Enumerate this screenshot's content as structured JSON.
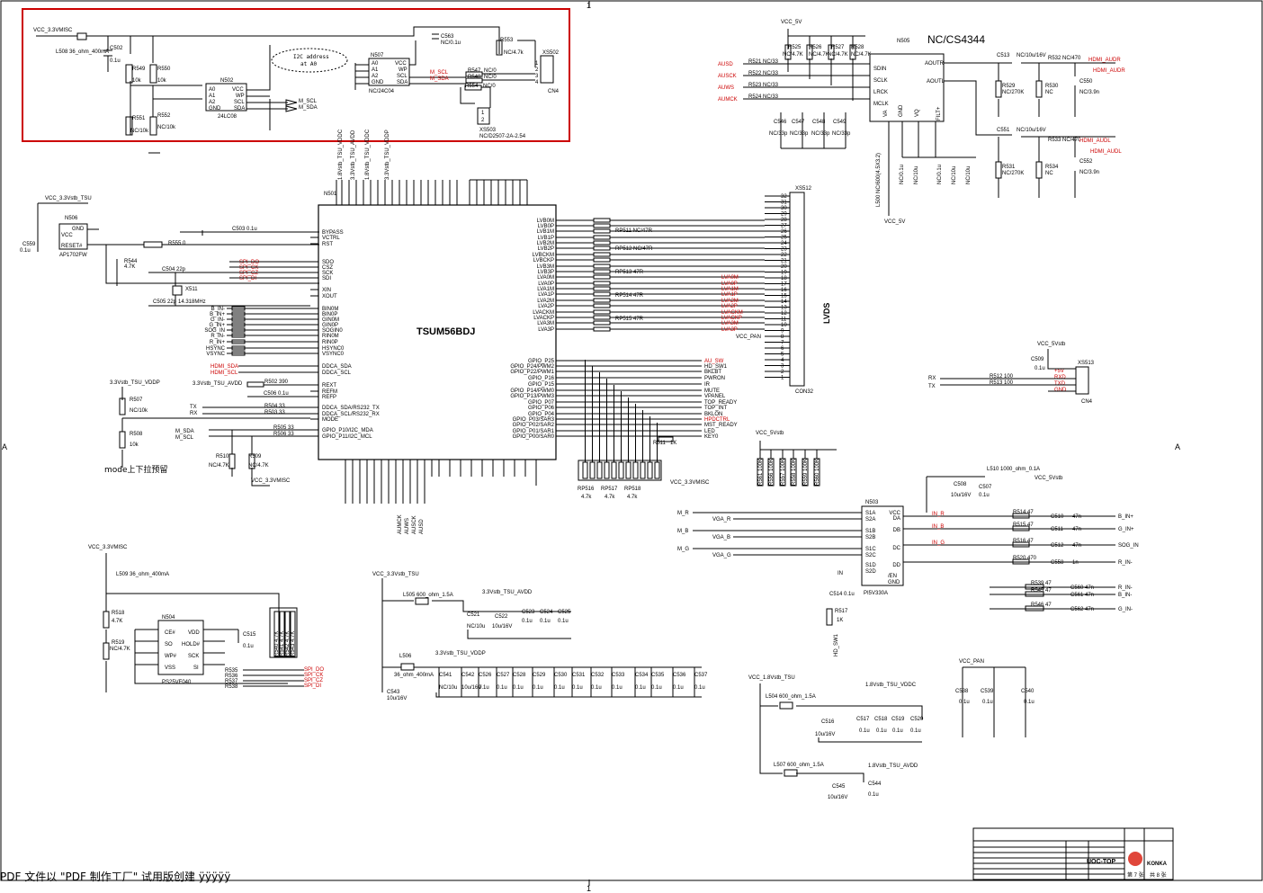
{
  "zone_marks": {
    "top": "1",
    "bottom": "1",
    "left": "A",
    "right": "A"
  },
  "chips": {
    "main": {
      "ref": "N501",
      "part": "TSUM56BDJ"
    },
    "audio": {
      "ref": "N505",
      "part": "NC/CS4344"
    },
    "eeprom": {
      "ref": "N502",
      "part": "24LC08"
    },
    "eeprom2": {
      "ref": "N507",
      "part": "NC/24C04"
    },
    "reset": {
      "ref": "N506",
      "part": "AP1702FW"
    },
    "flash": {
      "ref": "N504",
      "part": "PS25VF040"
    },
    "switch": {
      "ref": "N503",
      "part": "PI5V330A"
    }
  },
  "connectors": {
    "lvds": {
      "ref": "XS512",
      "part": "CON32",
      "label": "LVDS"
    },
    "cn4_top": {
      "ref": "XS502",
      "part": "CN4"
    },
    "cn4_right": {
      "ref": "XS513",
      "part": "CN4"
    },
    "header": {
      "ref": "XS503",
      "part": "NC/D2507-2A-2.54"
    }
  },
  "annotations": {
    "i2c_note_line1": "I2C address",
    "i2c_note_line2": "at A0",
    "mode_note": "mode上下拉预留"
  },
  "nets": {
    "vcc_33_misc": "VCC_3.3VMISC",
    "vcc_33_tsu": "VCC_3.3Vstb_TSU",
    "vcc_5v": "VCC_5V",
    "vcc_5vstb": "VCC_5Vstb",
    "vcc_pan": "VCC_PAN",
    "vcc_18_tsu": "VCC_1.8Vstb_TSU",
    "avdd_33": "3.3Vstb_TSU_AVDD",
    "vddp_33": "3.3Vstb_TSU_VDDP",
    "vddc_18": "1.8Vstb_TSU_VDDC",
    "avdd_18": "1.8Vstb_TSU_AVDD"
  },
  "main_left_pins": [
    "BYPASS",
    "VCTRL",
    "RST",
    "SDO",
    "CSZ",
    "SCK",
    "SDI",
    "XIN",
    "XOUT",
    "BIN0M",
    "BIN0P",
    "GIN0M",
    "GIN0P",
    "SOGIN0",
    "RIN0M",
    "RIN0P",
    "HSYNC0",
    "VSYNC0",
    "DDCA_SDA",
    "DDCA_SCL",
    "REXT",
    "REFM",
    "REFP",
    "DDCA_SDA/RS232_TX",
    "DDCA_SCL/RS232_RX",
    "MODE",
    "GPIO_P10/I2C_MDA",
    "GPIO_P11/I2C_MCL"
  ],
  "main_right_pins": [
    "LVB0M",
    "LVB0P",
    "LVB1M",
    "LVB1P",
    "LVB2M",
    "LVB2P",
    "LVBCKM",
    "LVBCKP",
    "LVB3M",
    "LVB3P",
    "LVA0M",
    "LVA0P",
    "LVA1M",
    "LVA1P",
    "LVA2M",
    "LVA2P",
    "LVACKM",
    "LVACKP",
    "LVA3M",
    "LVA3P",
    "GPIO_P25",
    "GPIO_P24/PWM2",
    "GPIO_P22/PWM1",
    "GPIO_P16",
    "GPIO_P15",
    "GPIO_P14/PWM0",
    "GPIO_P13/PWM3",
    "GPIO_P07",
    "GPIO_P06",
    "GPIO_P04",
    "GPIO_P03/SAR3",
    "GPIO_P02/SAR2",
    "GPIO_P01/SAR1",
    "GPIO_P00/SAR0"
  ],
  "lvds_nets": [
    "LVA0M",
    "LVA0P",
    "LVA1M",
    "LVA1P",
    "LVA2M",
    "LVA2P",
    "LVACKM",
    "LVACKP",
    "LVA3M",
    "LVA3P"
  ],
  "gpio_nets": [
    "AU_SW",
    "HD_SW1",
    "BKLBT",
    "PWRON",
    "IR",
    "MUTE",
    "VPANEL",
    "TOP_READY",
    "TOP_INT",
    "BKLON",
    "HPDCTRL",
    "MST_READY",
    "LED",
    "KEY0"
  ],
  "left_signals": [
    "B_IN-",
    "B_IN+",
    "G_IN-",
    "G_IN+",
    "SOG_IN",
    "R_IN-",
    "R_IN+",
    "HSYNC",
    "VSYNC",
    "HDMI_SDA",
    "HDMI_SCL",
    "TX",
    "RX",
    "M_SDA",
    "M_SCL"
  ],
  "spi_nets": [
    "SPI_DO",
    "SPI_CK",
    "SPI_CZ",
    "SPI_DI"
  ],
  "audio_nets": [
    "AUSD",
    "AUSCK",
    "AUWS",
    "AUMCK",
    "HDMI_AUDR",
    "HDMI_AUDL"
  ],
  "vga_nets": [
    "M_R",
    "VGA_R",
    "M_B",
    "VGA_B",
    "M_G",
    "VGA_G",
    "IN_R",
    "IN_B",
    "IN_G",
    "R_IN+",
    "B_IN+",
    "G_IN+",
    "SOG_IN",
    "R_IN-",
    "B_IN-",
    "G_IN-"
  ],
  "parts": {
    "r_pack_1": "RP511 NC/47R",
    "r_pack_2": "RP512 NC/47R",
    "r_pack_3": "RP513 47R",
    "r_pack_4": "RP514 47R",
    "r_pack_5": "RP515 47R",
    "xtal": "X511",
    "xtal_freq": "14.318MHz",
    "ferrite_1": "L508 36_ohm_400mA",
    "ferrite_2": "L509 36_ohm_400mA",
    "ferrite_3": "L505 600_ohm_1.5A",
    "ferrite_4": "L506 36_ohm_400mA",
    "ferrite_5": "L504 600_ohm_1.5A",
    "ferrite_6": "L507 600_ohm_1.5A",
    "ferrite_7": "L510 1000_ohm_0.1A"
  },
  "title_block": {
    "model": "UOC-TOP",
    "brand": "KONKA",
    "sheet": "第 7 张",
    "total": "共 8 张"
  },
  "footer": "PDF 文件以 \"PDF 制作工厂\" 试用版创建    ÿÿÿÿÿ"
}
